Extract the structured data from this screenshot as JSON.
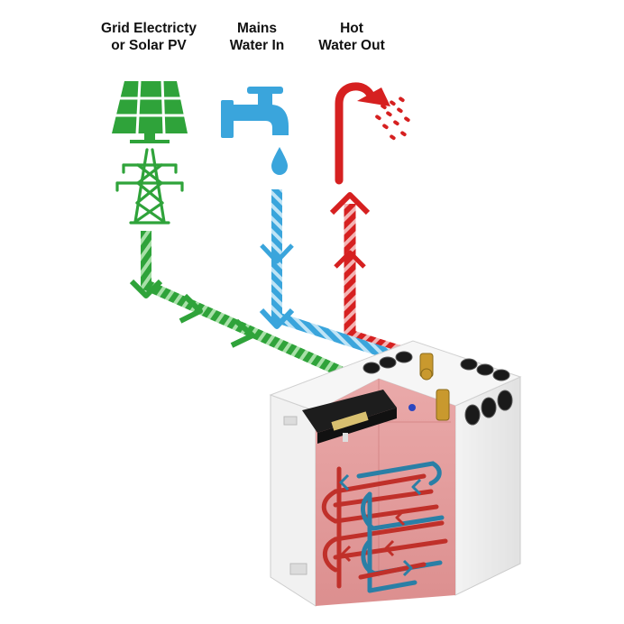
{
  "labels": {
    "grid": {
      "line1": "Grid Electricty",
      "line2": "or Solar PV"
    },
    "mains": {
      "line1": "Mains",
      "line2": "Water In"
    },
    "hot": {
      "line1": "Hot",
      "line2": "Water Out"
    }
  },
  "colors": {
    "green": "#2fa33a",
    "blue": "#3aa5dc",
    "red": "#d62020",
    "tank_glow": "#e69a9a",
    "coil_red": "#c0302a",
    "coil_blue": "#2a7fa6",
    "unit_white": "#eeeeee"
  },
  "icons": [
    "solar-panel-icon",
    "pylon-icon",
    "water-tap-icon",
    "water-drop-icon",
    "shower-head-icon"
  ]
}
